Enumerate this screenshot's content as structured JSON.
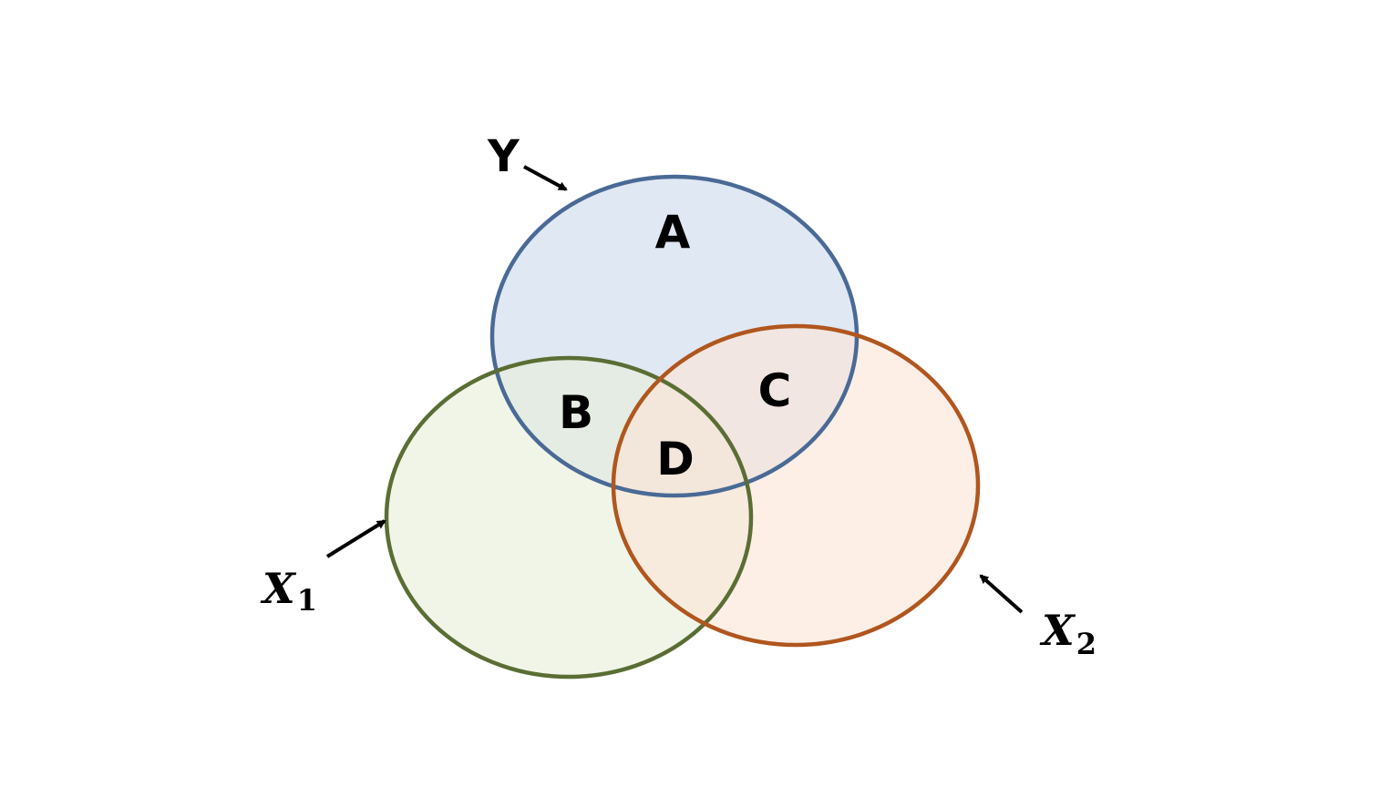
{
  "sets": {
    "y": {
      "label": "Y",
      "fill": "#dbe4f1",
      "stroke": "#4a6a96"
    },
    "x1": {
      "label": "X",
      "subscript": "1",
      "fill": "#e8efd9",
      "stroke": "#5a6e34"
    },
    "x2": {
      "label": "X",
      "subscript": "2",
      "fill": "#fbe4d5",
      "stroke": "#b0561e"
    }
  },
  "regions": {
    "a": "A",
    "b": "B",
    "c": "C",
    "d": "D"
  },
  "colors": {
    "arrow": "#000000",
    "background": "#ffffff"
  }
}
